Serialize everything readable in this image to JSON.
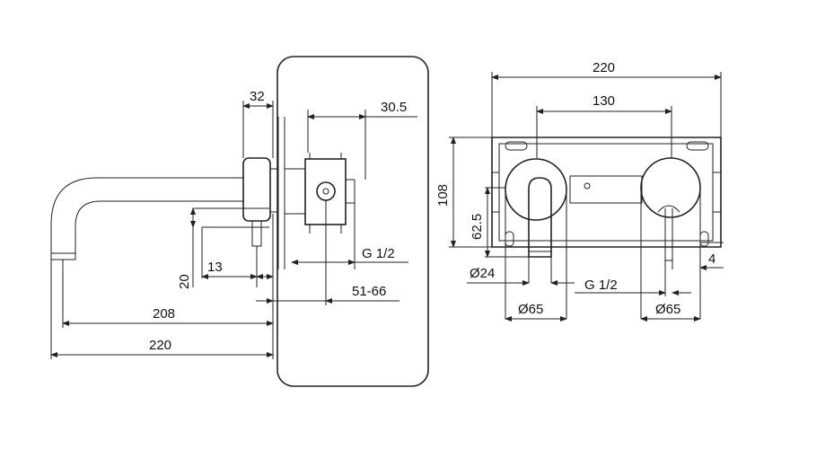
{
  "side_view": {
    "top_width": "32",
    "depth": "30.5",
    "thread": "G 1/2",
    "offset_20": "20",
    "offset_13": "13",
    "wall_range": "51-66",
    "spout_reach": "208",
    "total_length": "220"
  },
  "front_view": {
    "plate_width": "220",
    "centers": "130",
    "height": "108",
    "spout_height": "62.5",
    "spout_dia": "Ø24",
    "thread": "G 1/2",
    "rosette_left": "Ø65",
    "rosette_right": "Ø65",
    "gap": "4"
  },
  "colors": {
    "line": "#222222",
    "background": "#ffffff"
  }
}
